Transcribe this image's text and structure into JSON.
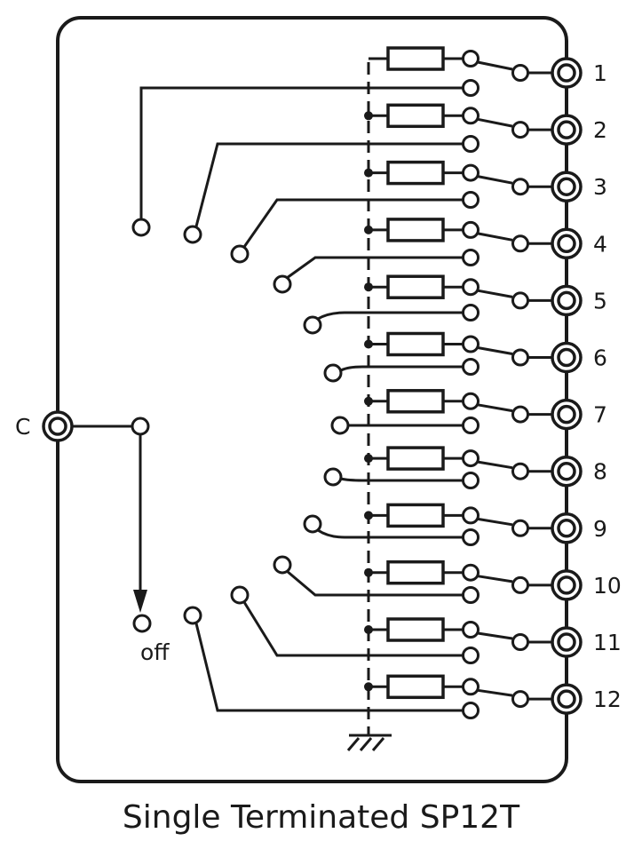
{
  "caption": "Single Terminated SP12T",
  "common_label": "C",
  "off_label": "off",
  "port_labels": [
    "1",
    "2",
    "3",
    "4",
    "5",
    "6",
    "7",
    "8",
    "9",
    "10",
    "11",
    "12"
  ]
}
